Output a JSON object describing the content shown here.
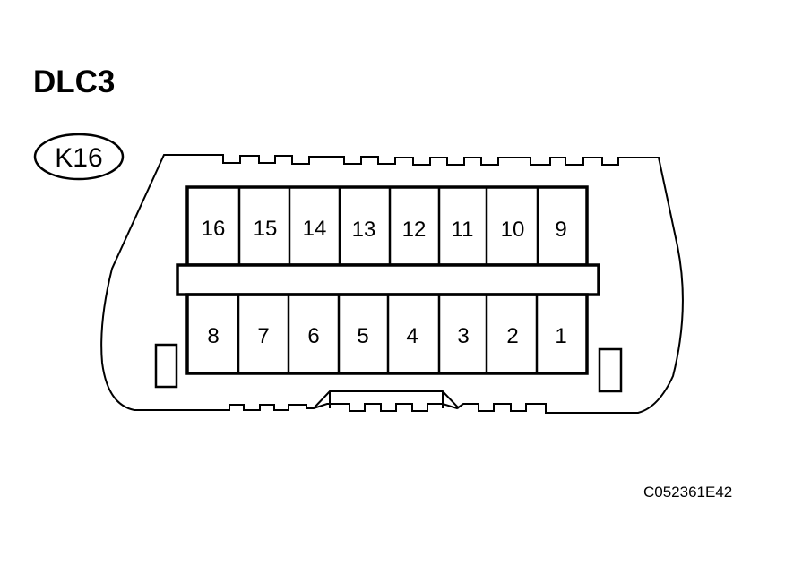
{
  "diagram": {
    "title": "DLC3",
    "connector_code": "K16",
    "figure_id": "C052361E42",
    "upper_row_pins": [
      "16",
      "15",
      "14",
      "13",
      "12",
      "11",
      "10",
      "9"
    ],
    "lower_row_pins": [
      "8",
      "7",
      "6",
      "5",
      "4",
      "3",
      "2",
      "1"
    ],
    "colors": {
      "line": "#000000",
      "background": "#ffffff"
    }
  }
}
